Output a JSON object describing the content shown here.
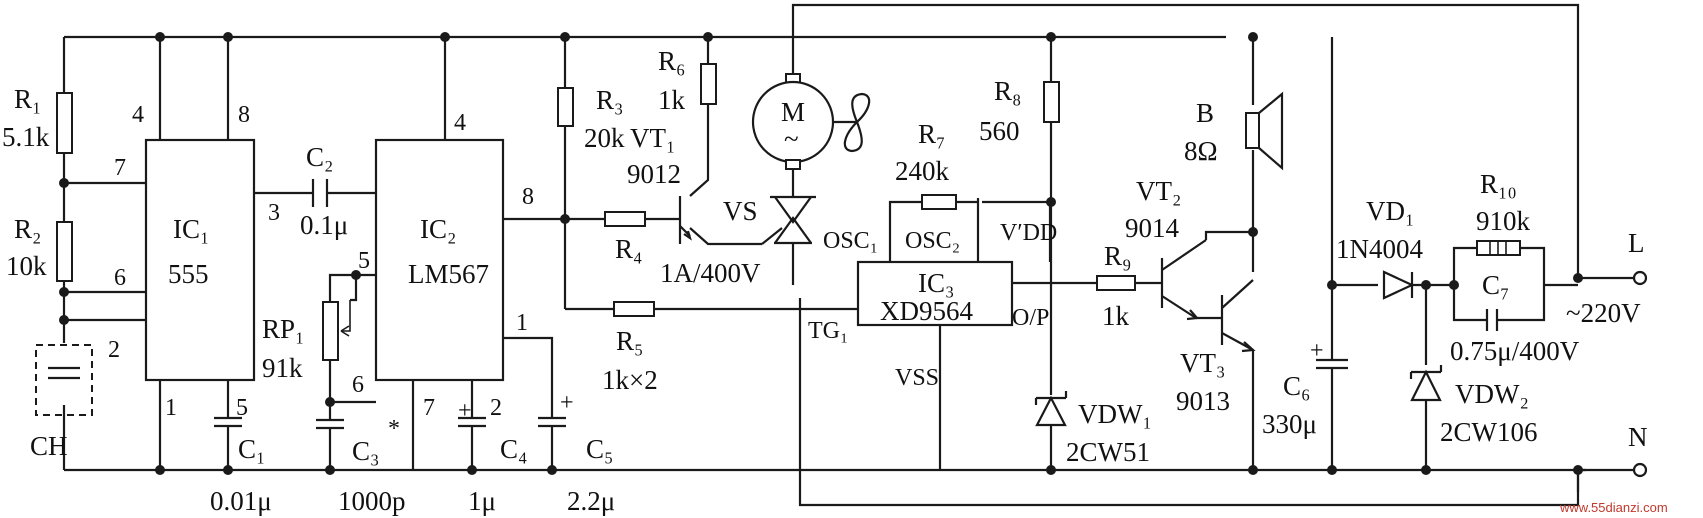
{
  "ic1": {
    "name": "IC₁",
    "type": "555",
    "pins": {
      "p4": "4",
      "p8": "8",
      "p7": "7",
      "p3": "3",
      "p6": "6",
      "p2": "2",
      "p1": "1",
      "p5": "5"
    }
  },
  "ic2": {
    "name": "IC₂",
    "type": "LM567",
    "pins": {
      "p4": "4",
      "p8": "8",
      "p5": "5",
      "p6": "6",
      "p7": "7",
      "p2": "2",
      "p1": "1"
    }
  },
  "ic3": {
    "name": "IC₃",
    "type": "XD9564",
    "pins": {
      "osc1": "OSC₁",
      "osc2": "OSC₂",
      "vdd": "V′DD",
      "tg": "TG₁",
      "op": "O/P",
      "vss": "VSS"
    }
  },
  "r1": {
    "name": "R₁",
    "value": "5.1k"
  },
  "r2": {
    "name": "R₂",
    "value": "10k"
  },
  "r3": {
    "name": "R₃",
    "value": "20k"
  },
  "r4": {
    "name": "R₄"
  },
  "r5": {
    "name": "R₅",
    "value": "1k×2"
  },
  "r6": {
    "name": "R₆",
    "value": "1k"
  },
  "r7": {
    "name": "R₇",
    "value": "240k"
  },
  "r8": {
    "name": "R₈",
    "value": "560"
  },
  "r9": {
    "name": "R₉",
    "value": "1k"
  },
  "r10": {
    "name": "R₁₀",
    "value": "910k"
  },
  "rp1": {
    "name": "RP₁",
    "value": "91k"
  },
  "c1": {
    "name": "C₁",
    "value": "0.01μ"
  },
  "c2": {
    "name": "C₂",
    "value": "0.1μ"
  },
  "c3": {
    "name": "C₃",
    "star": "*",
    "value": "1000p"
  },
  "c4": {
    "name": "C₄",
    "value": "1μ"
  },
  "c5": {
    "name": "C₅",
    "value": "2.2μ"
  },
  "c6": {
    "name": "C₆",
    "value": "330μ"
  },
  "c7": {
    "name": "C₇",
    "value": "0.75μ/400V"
  },
  "ch": {
    "name": "CH"
  },
  "vt1": {
    "name": "VT₁",
    "type": "9012"
  },
  "vt2": {
    "name": "VT₂",
    "type": "9014"
  },
  "vt3": {
    "name": "VT₃",
    "type": "9013"
  },
  "vs": {
    "name": "VS",
    "rating": "1A/400V"
  },
  "motor": {
    "name": "M",
    "symbol": "~"
  },
  "speaker": {
    "name": "B",
    "value": "8Ω"
  },
  "vd1": {
    "name": "VD₁",
    "type": "1N4004"
  },
  "vdw1": {
    "name": "VDW₁",
    "type": "2CW51"
  },
  "vdw2": {
    "name": "VDW₂",
    "type": "2CW106"
  },
  "mains": {
    "l": "L",
    "n": "N",
    "voltage": "~220V"
  },
  "signs": {
    "plus": "+"
  },
  "watermark": {
    "text": "www.55dianzi.com"
  }
}
